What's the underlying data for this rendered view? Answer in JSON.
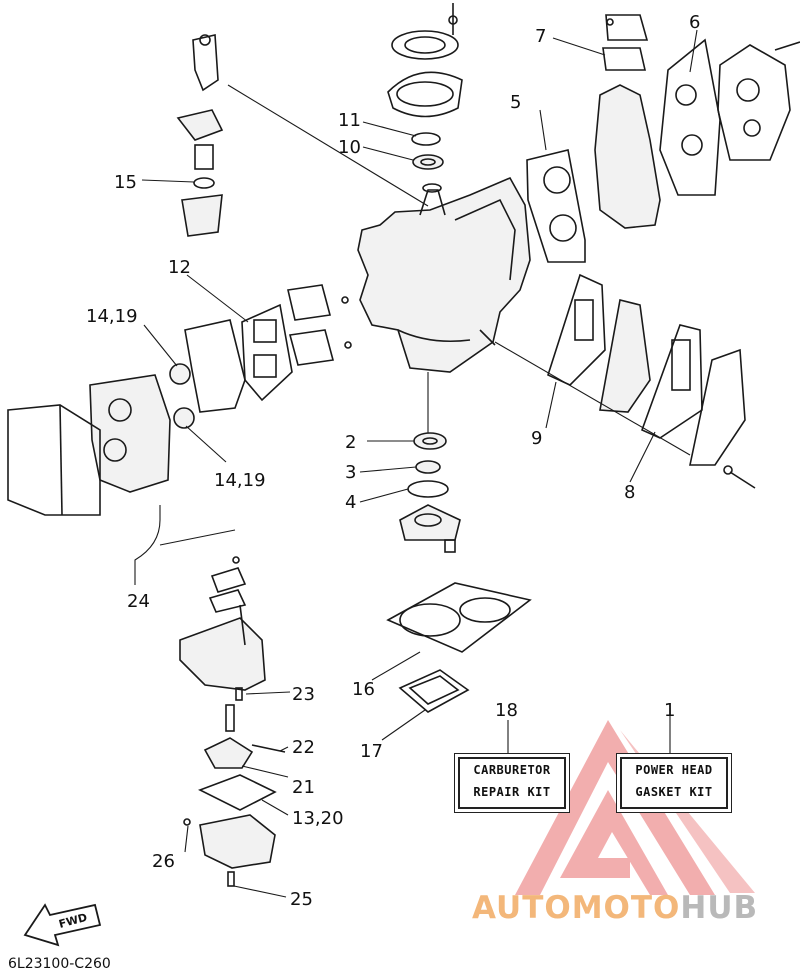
{
  "callouts": {
    "c1": "1",
    "c2": "2",
    "c3": "3",
    "c4": "4",
    "c5": "5",
    "c6": "6",
    "c7": "7",
    "c8": "8",
    "c9": "9",
    "c10": "10",
    "c11": "11",
    "c12": "12",
    "c14_19_a": "14,19",
    "c14_19_b": "14,19",
    "c15": "15",
    "c16": "16",
    "c17": "17",
    "c18": "18",
    "c21": "21",
    "c22": "22",
    "c23": "23",
    "c24": "24",
    "c25": "25",
    "c26": "26",
    "c13_20": "13,20"
  },
  "kits": {
    "carburetor_line1": "CARBURETOR",
    "carburetor_line2": "REPAIR KIT",
    "power_head_line1": "POWER HEAD",
    "power_head_line2": "GASKET KIT"
  },
  "fwd_label": "FWD",
  "diagram_code": "6L23100-C260",
  "watermark": {
    "part1": "AUTOMOTO",
    "part2": "HUB",
    "colors": {
      "triangle": "#f0a0a0",
      "text_primary": "#f3b77a",
      "text_secondary": "#b9b9b9"
    }
  }
}
